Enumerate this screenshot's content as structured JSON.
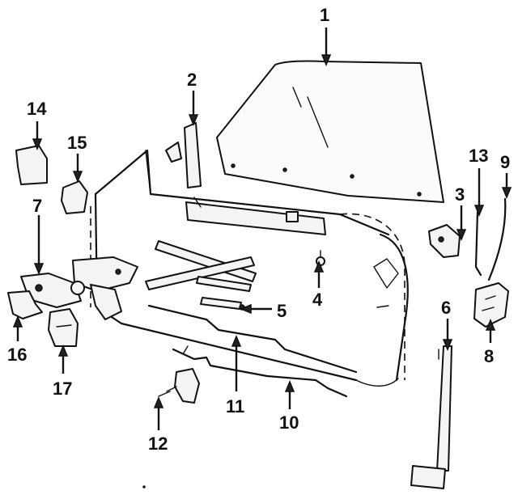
{
  "callouts": [
    {
      "id": "1",
      "text": "1"
    },
    {
      "id": "2",
      "text": "2"
    },
    {
      "id": "3",
      "text": "3"
    },
    {
      "id": "4",
      "text": "4"
    },
    {
      "id": "5",
      "text": "5"
    },
    {
      "id": "6",
      "text": "6"
    },
    {
      "id": "7",
      "text": "7"
    },
    {
      "id": "8",
      "text": "8"
    },
    {
      "id": "9",
      "text": "9"
    },
    {
      "id": "10",
      "text": "10"
    },
    {
      "id": "11",
      "text": "11"
    },
    {
      "id": "12",
      "text": "12"
    },
    {
      "id": "13",
      "text": "13"
    },
    {
      "id": "14",
      "text": "14"
    },
    {
      "id": "15",
      "text": "15"
    },
    {
      "id": "16",
      "text": "16"
    },
    {
      "id": "17",
      "text": "17"
    }
  ],
  "colors": {
    "ink": "#111111",
    "background": "#ffffff"
  }
}
